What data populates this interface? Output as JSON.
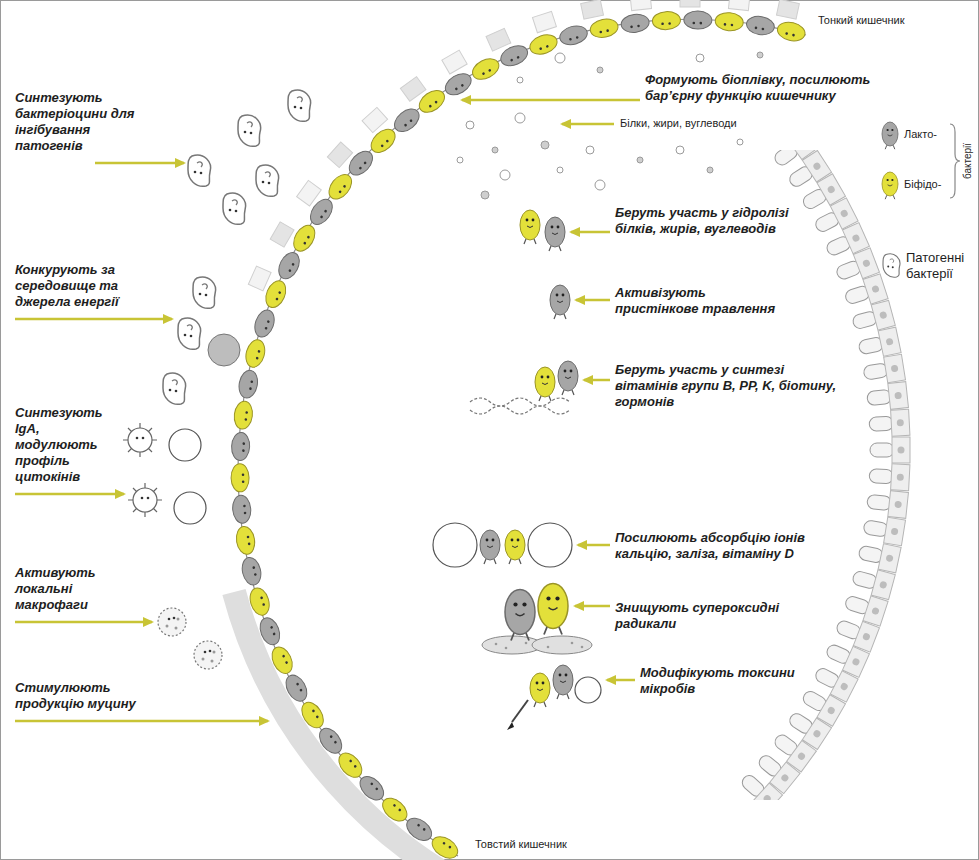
{
  "diagram": {
    "labels": [
      "Тонкий кишечник",
      "Формують біоплівку, посилюють бар’єрну функцію кишечнику",
      "Синтезують бактеріоцини для інгібування патогенів",
      "Білки, жири, вуглеводи",
      "Беруть участь у гідролізі білків, жирів, вуглеводів",
      "Конкурують за середовище та джерела енергії",
      "Активізують пристінкове травлення",
      "Беруть участь у синтезі вітамінів групи В, PP, K, біотину, гормонів",
      "Синтезують IgA, модулюють профіль цитокінів",
      "Посилюють абсорбцію іонів кальцію, заліза, вітаміну D",
      "Знищують супероксидні радикали",
      "Активують локальні макрофаги",
      "Модифікують токсини мікробів",
      "Стимулюють продукцію муцину",
      "Товстий кишечник",
      "бактерії"
    ],
    "legend": [
      {
        "text": "Лакто-"
      },
      {
        "text": "Біфідо-"
      },
      {
        "text": "Патогенні бактерії"
      }
    ]
  }
}
